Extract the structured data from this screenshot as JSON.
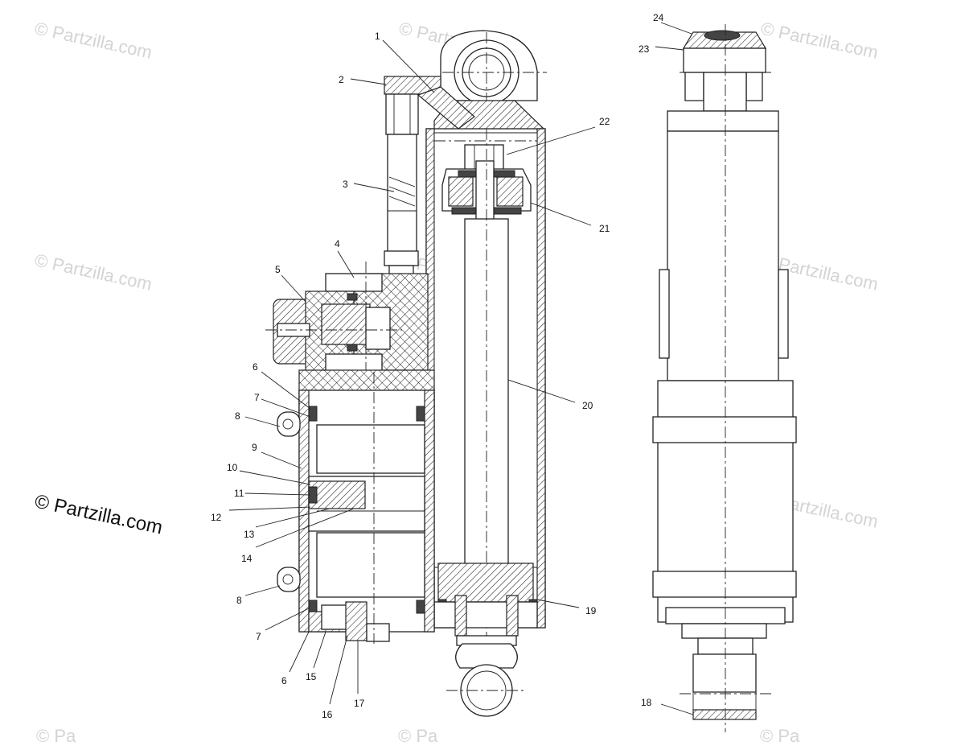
{
  "watermark": {
    "main": "© Partzilla.com",
    "faint": "© Partzilla.com",
    "faint_fragment": "© Pa"
  },
  "callouts": {
    "c1": "1",
    "c2": "2",
    "c3": "3",
    "c4": "4",
    "c5": "5",
    "c6a": "6",
    "c6b": "6",
    "c7a": "7",
    "c7b": "7",
    "c8a": "8",
    "c8b": "8",
    "c9": "9",
    "c10": "10",
    "c11": "11",
    "c12": "12",
    "c13": "13",
    "c14": "14",
    "c15": "15",
    "c16": "16",
    "c17": "17",
    "c18": "18",
    "c19": "19",
    "c20": "20",
    "c21": "21",
    "c22": "22",
    "c23": "23",
    "c24": "24"
  }
}
